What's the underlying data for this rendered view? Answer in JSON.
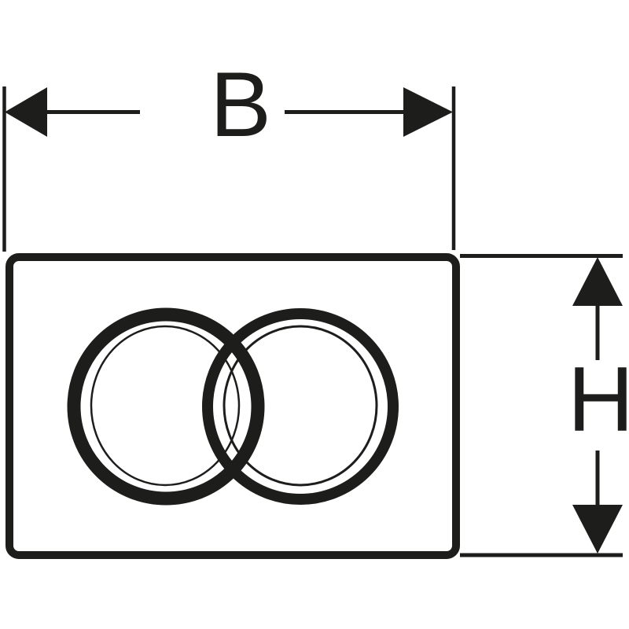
{
  "drawing": {
    "kind": "technical-dimension-drawing",
    "subject": "dual-flush actuator plate, front view",
    "background_color": "#ffffff",
    "line_color": "#1d1d1b",
    "labels": {
      "width": "B",
      "height": "H"
    }
  }
}
